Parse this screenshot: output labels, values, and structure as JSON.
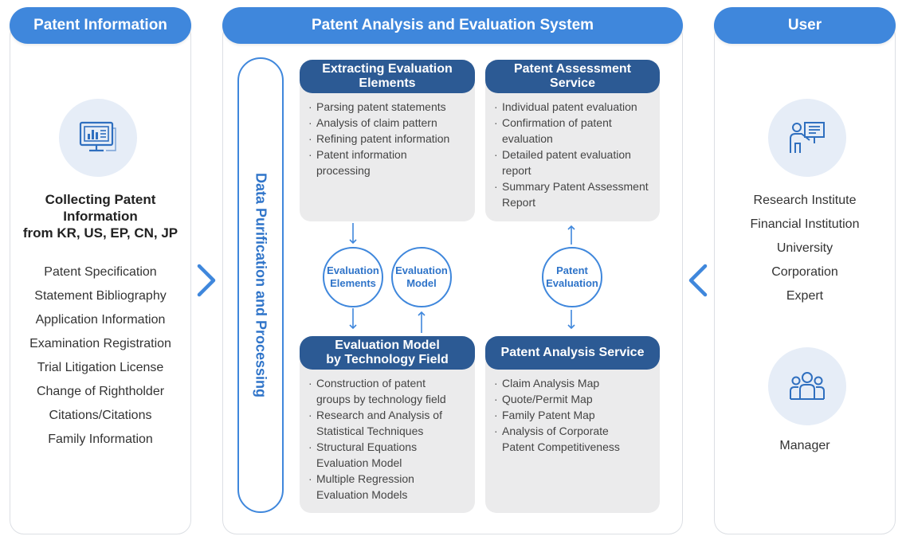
{
  "left": {
    "header": "Patent Information",
    "title_lines": [
      "Collecting Patent",
      "Information",
      "from KR, US, EP, CN, JP"
    ],
    "items": [
      "Patent Specification",
      "Statement Bibliography",
      "Application Information",
      "Examination Registration",
      "Trial Litigation License",
      "Change of Rightholder",
      "Citations/Citations",
      "Family Information"
    ],
    "icon": "monitor-chart-icon"
  },
  "center": {
    "header": "Patent Analysis and Evaluation System",
    "vertical_label": "Data Purification and Processing",
    "boxes": {
      "extract": {
        "title_lines": [
          "Extracting Evaluation",
          "Elements"
        ],
        "items": [
          "Parsing patent statements",
          "Analysis of claim pattern",
          "Refining patent information",
          "Patent information processing"
        ]
      },
      "assess": {
        "title_lines": [
          "Patent Assessment",
          "Service"
        ],
        "items": [
          "Individual patent evaluation",
          "Confirmation of patent evaluation",
          "Detailed patent evaluation report",
          "Summary Patent Assessment Report"
        ]
      },
      "model": {
        "title_lines": [
          "Evaluation Model",
          "by Technology Field"
        ],
        "items": [
          "Construction of patent groups by technology field",
          "Research and Analysis of Statistical Techniques",
          "Structural Equations Evaluation Model",
          "Multiple Regression Evaluation Models"
        ]
      },
      "analysis": {
        "title_lines": [
          "Patent Analysis Service"
        ],
        "items": [
          "Claim Analysis Map",
          "Quote/Permit Map",
          "Family Patent Map",
          "Analysis of Corporate Patent Competitiveness"
        ]
      }
    },
    "circles": {
      "elements": [
        "Evaluation",
        "Elements"
      ],
      "model": [
        "Evaluation",
        "Model"
      ],
      "patent": [
        "Patent",
        "Evaluation"
      ]
    }
  },
  "right": {
    "header": "User",
    "users": [
      "Research Institute",
      "Financial Institution",
      "University",
      "Corporation",
      "Expert"
    ],
    "manager": "Manager",
    "icons": [
      "presenter-icon",
      "group-icon"
    ]
  },
  "colors": {
    "header_blue": "#3f87dc",
    "box_navy": "#2c5a94",
    "box_bg": "#ebebec",
    "icon_bg": "#e6edf7"
  }
}
